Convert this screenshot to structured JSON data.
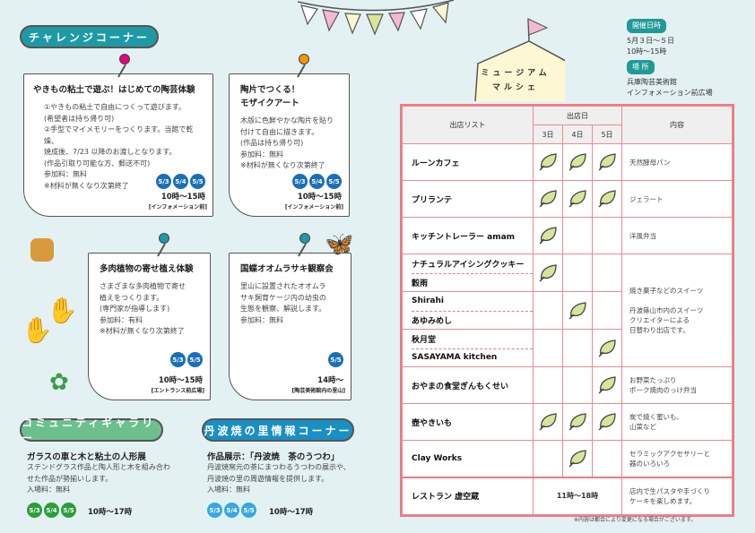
{
  "challenge": {
    "title": "チャレンジコーナー",
    "cards": [
      {
        "title": "やきもの粘土で遊ぶ！はじめての陶芸体験",
        "desc": [
          "①やきもの粘土で自由につくって遊びます。",
          "(希望者は持ち帰り可)",
          "②手型でマイメモリーをつくります。当館で乾燥、",
          "焼成後、7/23 以降のお渡しとなります。",
          "(作品引取り可能な方、郵送不可)",
          "参加料：無料",
          "※材料が無くなり次第終了"
        ],
        "dates": [
          "5/3",
          "5/4",
          "5/5"
        ],
        "time": "10時～15時",
        "place": "[インフォメーション前]"
      },
      {
        "title": "陶片でつくる！",
        "title2": "モザイクアート",
        "desc": [
          "木版に色鮮やかな陶片を貼り",
          "付けて自由に描きます。",
          "(作品は持ち帰り可)",
          "参加料：無料",
          "※材料が無くなり次第終了"
        ],
        "dates": [
          "5/3",
          "5/4",
          "5/5"
        ],
        "time": "10時～15時",
        "place": "[インフォメーション前]"
      },
      {
        "title": "多肉植物の寄せ植え体験",
        "desc": [
          "さまざまな多肉植物で寄せ",
          "植えをつくります。",
          "(専門家が指導します)",
          "参加料：有料",
          "※材料が無くなり次第終了"
        ],
        "dates": [
          "5/3",
          "5/5"
        ],
        "time": "10時～15時",
        "place": "[エントランス前広場]"
      },
      {
        "title": "国蝶オオムラサキ観察会",
        "desc": [
          "里山に設置されたオオムラ",
          "サキ飼育ケージ内の幼虫の",
          "生態を観察、解説します。",
          "参加料：無料"
        ],
        "dates": [
          "5/5"
        ],
        "time": "14時～",
        "place": "[陶芸美術館内の里山]"
      }
    ]
  },
  "community": {
    "title": "コミュニティギャラリー",
    "heading": "ガラスの車と木と粘土の人形展",
    "desc": [
      "ステンドグラス作品と陶人形と木を組み合わ",
      "せた作品が勢揃いします。",
      "入場料：無料"
    ],
    "dates": [
      "5/3",
      "5/4",
      "5/5"
    ],
    "time": "10時～17時"
  },
  "tanba": {
    "title": "丹波焼の里情報コーナー",
    "heading": "作品展示：「丹波焼　茶のうつわ」",
    "desc": [
      "丹波焼窯元の茶にまつわるうつわの展示や、",
      "丹波焼の里の周遊情報を提供します。",
      "入場料：無料"
    ],
    "dates": [
      "5/3",
      "5/4",
      "5/5"
    ],
    "time": "10時～17時"
  },
  "marche": {
    "title1": "ミュージアム",
    "title2": "マルシェ"
  },
  "info": {
    "date_label": "開催日時",
    "date": "5月３日～５日",
    "hours": "10時～15時",
    "place_label": "場 所",
    "place1": "兵庫陶芸美術館",
    "place2": "インフォメーション前広場"
  },
  "table": {
    "col_list": "出店リスト",
    "col_days": "出店日",
    "col_content": "内容",
    "days": [
      "3日",
      "4日",
      "5日"
    ],
    "rows": [
      {
        "names": [
          "ルーンカフェ"
        ],
        "days": [
          true,
          true,
          true
        ],
        "content": [
          "天然酵母パン"
        ]
      },
      {
        "names": [
          "プリランテ"
        ],
        "days": [
          true,
          true,
          true
        ],
        "content": [
          "ジェラート"
        ]
      },
      {
        "names": [
          "キッチントレーラー amam"
        ],
        "days": [
          true,
          false,
          false
        ],
        "content": [
          "洋風弁当"
        ]
      },
      {
        "names": [
          "ナチュラルアイシングクッキー",
          "穀雨"
        ],
        "days": [
          true,
          false,
          false
        ],
        "content": [
          "焼き菓子などのスイーツ",
          "",
          "丹波篠山市内のスイーツ",
          "クリエイターによる",
          "日替わり出店です。"
        ],
        "span": 3
      },
      {
        "names": [
          "Shirahi",
          "あゆみめし"
        ],
        "days": [
          false,
          true,
          false
        ]
      },
      {
        "names": [
          "秋月堂",
          "SASAYAMA kitchen"
        ],
        "days": [
          false,
          false,
          true
        ]
      },
      {
        "names": [
          "おやまの食堂ぎんもくせい"
        ],
        "days": [
          false,
          false,
          true
        ],
        "content": [
          "お野菜たっぷり",
          "ポーク焼肉のっけ弁当"
        ]
      },
      {
        "names": [
          "壺やきいも"
        ],
        "days": [
          true,
          true,
          true
        ],
        "content": [
          "炭で焼く蜜いも、",
          "山菜など"
        ]
      },
      {
        "names": [
          "Clay Works"
        ],
        "days": [
          false,
          true,
          false
        ],
        "content": [
          "セラミックアクセサリーと",
          "器のいろいろ"
        ]
      }
    ],
    "restaurant": {
      "name": "レストラン 虚空蔵",
      "hours": "11時～18時",
      "content": [
        "店内で生パスタや手づくり",
        "ケーキを楽しめます。"
      ]
    },
    "note": "※内容は都合により変更になる場合がございます。"
  },
  "colors": {
    "challenge": "#1e9aa6",
    "community": "#6cc08e",
    "tanba": "#1a8fc3",
    "badge_blue": "#1a6fb8",
    "badge_green": "#2a9e3a",
    "badge_light": "#36a9dd"
  }
}
